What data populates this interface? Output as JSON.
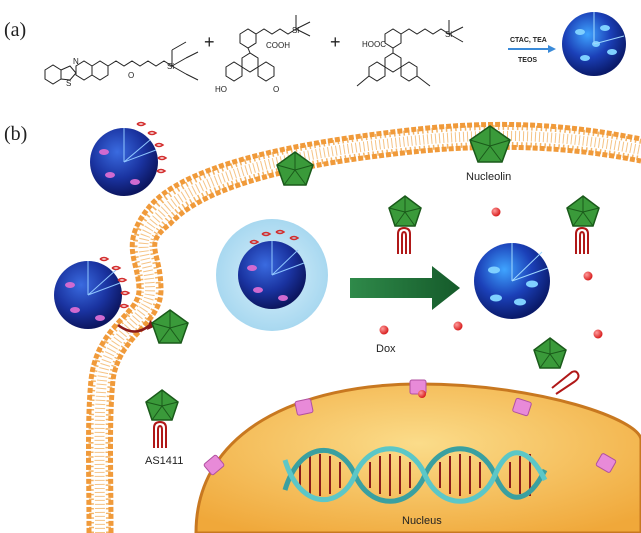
{
  "panels": {
    "a": "(a)",
    "b": "(b)"
  },
  "reaction": {
    "plus": "+",
    "conditions_top": "CTAC, TEA",
    "conditions_bottom": "TEOS",
    "atoms": {
      "N": "N",
      "S": "S",
      "O": "O",
      "Si": "Si",
      "HO": "HO",
      "COOH": "COOH",
      "HOOC": "HOOC"
    }
  },
  "labels": {
    "nucleolin": "Nucleolin",
    "dox": "Dox",
    "aptamer": "AS1411",
    "nucleus": "Nucleus"
  },
  "colors": {
    "membrane": "#f0a040",
    "nanoparticle": "#1e3aa8",
    "aptamer_protein": "#3a9a3a",
    "cytoplasm_glow": "#bfe3f5",
    "nucleus": "#f5b95a",
    "dox": "#e03a3a",
    "pore": "#e88ad8",
    "arrow": "#1f6b3a"
  }
}
